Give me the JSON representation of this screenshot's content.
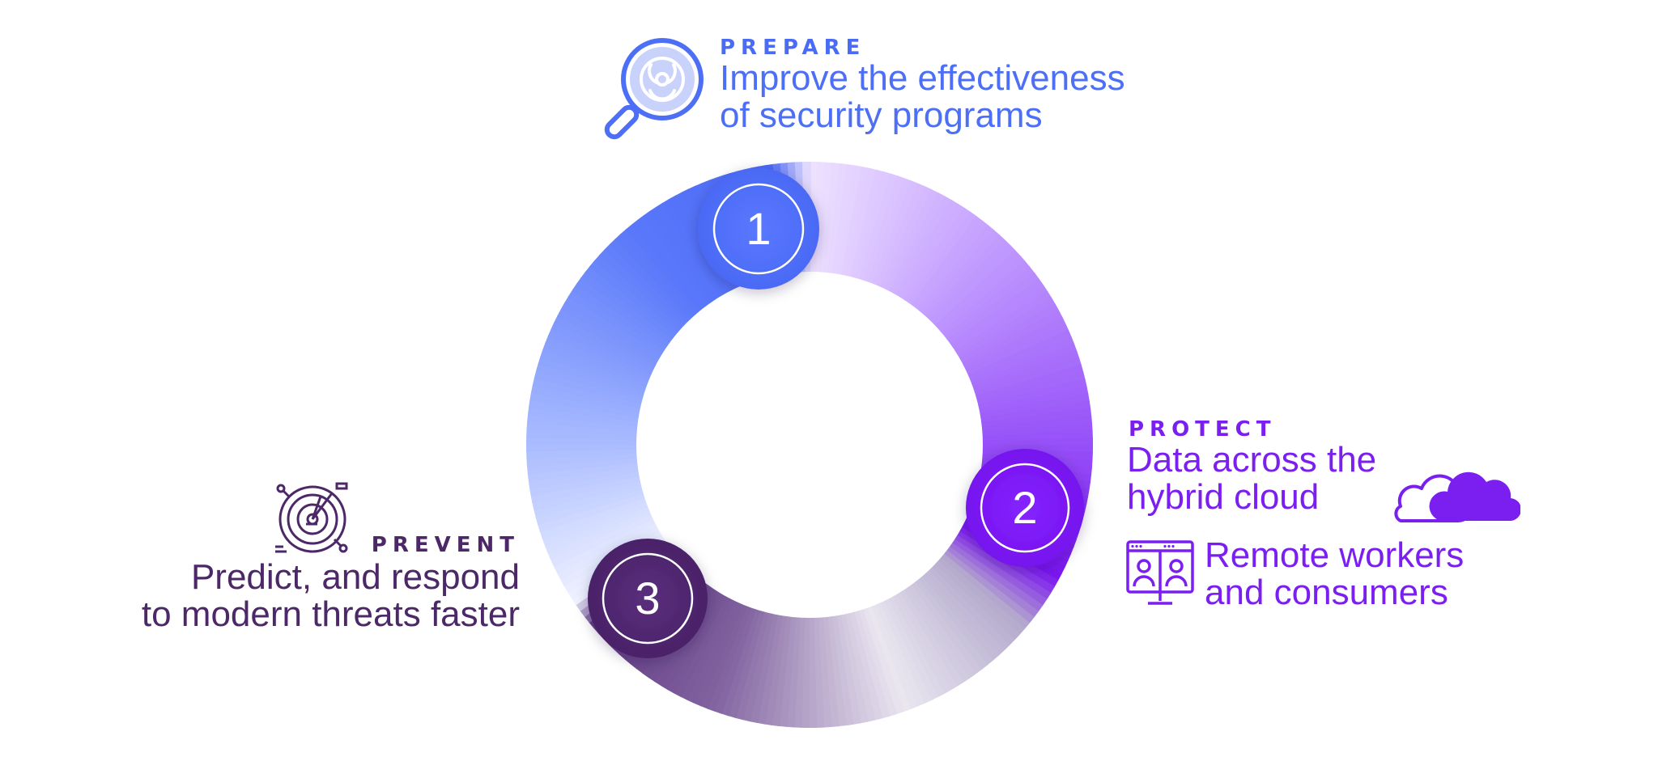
{
  "steps": [
    {
      "number": "1",
      "heading": "PREPARE",
      "lines": [
        "Improve the effectiveness",
        "of security programs"
      ],
      "color": "#4d6ff5",
      "icon": "biohazard-magnifier-icon"
    },
    {
      "number": "2",
      "heading": "PROTECT",
      "lines": [
        "Data across the",
        "hybrid cloud"
      ],
      "extra_lines": [
        "Remote workers",
        "and consumers"
      ],
      "color": "#7b1ff0",
      "icons": [
        "cloud-icon",
        "remote-video-call-icon"
      ]
    },
    {
      "number": "3",
      "heading": "PREVENT",
      "lines": [
        "Predict, and respond",
        "to modern threats faster"
      ],
      "color": "#4c2869",
      "icon": "radar-icon"
    }
  ]
}
